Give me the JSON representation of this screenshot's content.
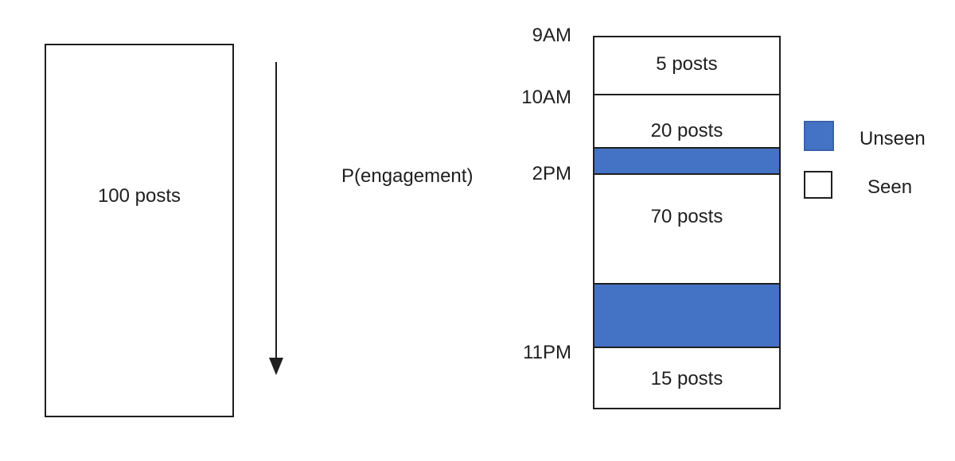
{
  "colors": {
    "unseen_blue": "#4472C4",
    "seen_white": "#FFFFFF",
    "outline_black": "#1F1F1F"
  },
  "source_box": {
    "label": "100 posts"
  },
  "process": {
    "label": "P(engagement)",
    "arrow": "down-arrow"
  },
  "timeline": {
    "time_labels": [
      "9AM",
      "10AM",
      "2PM",
      "11PM"
    ],
    "segments": [
      {
        "label": "5 posts",
        "state": "seen"
      },
      {
        "label": "",
        "state": "unseen"
      },
      {
        "label": "20 posts",
        "state": "seen"
      },
      {
        "label": "70 posts",
        "state": "seen"
      },
      {
        "label": "",
        "state": "unseen"
      },
      {
        "label": "15 posts",
        "state": "seen"
      }
    ],
    "segment_order_labels": [
      "5 posts",
      "20 posts",
      "unseen-band",
      "70 posts",
      "unseen-band",
      "15 posts"
    ]
  },
  "legend": {
    "items": [
      {
        "label": "Unseen",
        "swatch": "unseen"
      },
      {
        "label": "Seen",
        "swatch": "seen"
      }
    ]
  }
}
